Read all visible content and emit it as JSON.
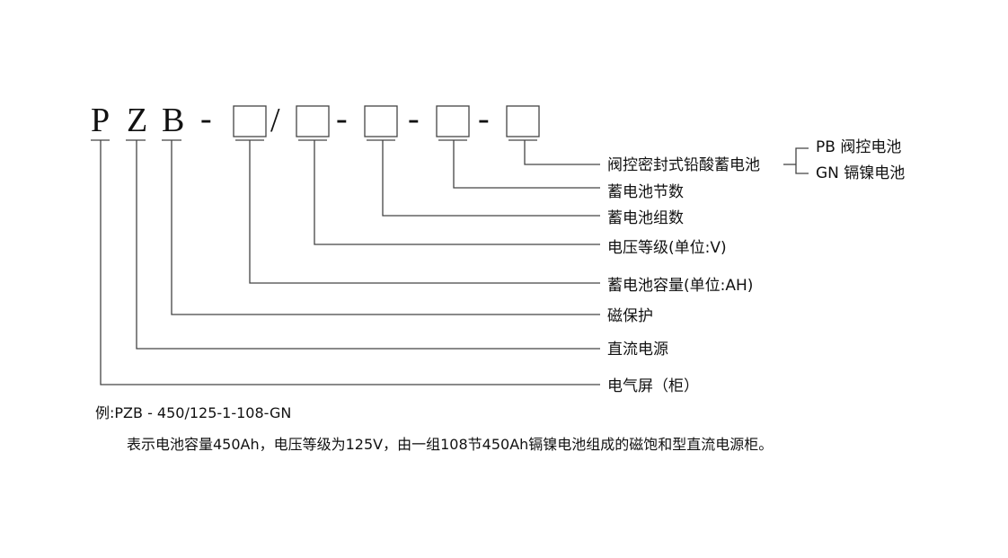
{
  "code": {
    "p": "P",
    "z": "Z",
    "b": "B",
    "dash": "-",
    "slash": "/"
  },
  "labels": {
    "type": "阀控密封式铅酸蓄电池",
    "pb": "PB 阀控电池",
    "gn": "GN 镉镍电池",
    "cells": "蓄电池节数",
    "groups": "蓄电池组数",
    "voltage": "电压等级(单位:V)",
    "capacity": "蓄电池容量(单位:AH)",
    "magnetic": "磁保护",
    "dc": "直流电源",
    "cabinet": "电气屏（柜）"
  },
  "example": {
    "code": "例:PZB - 450/125-1-108-GN",
    "description": "表示电池容量450Ah，电压等级为125V，由一组108节450Ah镉镍电池组成的磁饱和型直流电源柜。"
  }
}
